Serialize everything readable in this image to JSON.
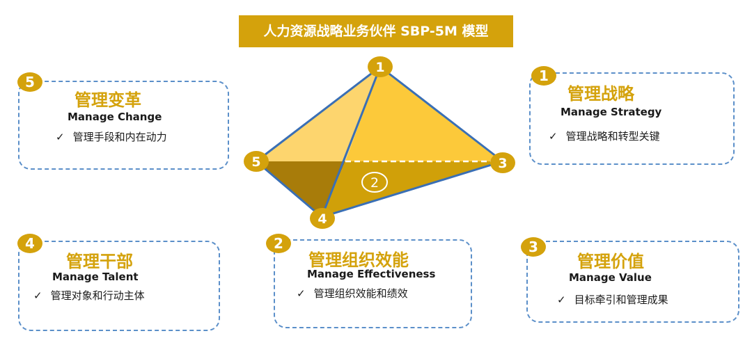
{
  "title": "人力资源战略业务伙伴   SBP-5M 模型",
  "colors": {
    "accent": "#d4a20c",
    "border_blue": "#3a6fb5",
    "dashed_blue": "#5b8fc9"
  },
  "check_mark": "✓",
  "pyramid": {
    "labels": {
      "n1": "1",
      "n2": "2",
      "n3": "3",
      "n4": "4",
      "n5": "5"
    }
  },
  "cards": {
    "c5": {
      "number": "5",
      "cn": "管理变革",
      "en": "Manage Change",
      "item": "管理手段和内在动力"
    },
    "c1": {
      "number": "1",
      "cn": "管理战略",
      "en": "Manage Strategy",
      "item": "管理战略和转型关键"
    },
    "c4": {
      "number": "4",
      "cn": "管理干部",
      "en": "Manage Talent",
      "item": "管理对象和行动主体"
    },
    "c2": {
      "number": "2",
      "cn": "管理组织效能",
      "en": "Manage Effectiveness",
      "item": "管理组织效能和绩效"
    },
    "c3": {
      "number": "3",
      "cn": "管理价值",
      "en": "Manage Value",
      "item": "目标牵引和管理成果"
    }
  }
}
